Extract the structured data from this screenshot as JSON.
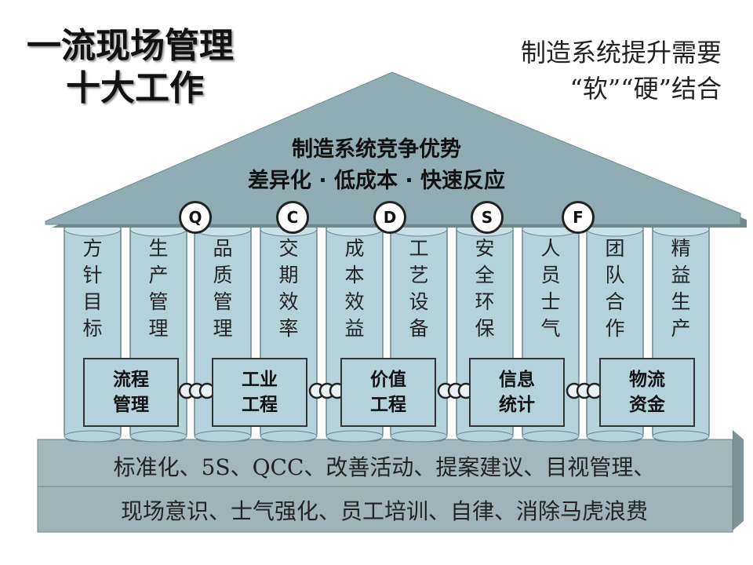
{
  "title": {
    "line1": "一流现场管理",
    "line2": "十大工作"
  },
  "subtitle": {
    "line1": "制造系统提升需要",
    "line2": "“软”“硬”结合"
  },
  "roof": {
    "line1": "制造系统竞争优势",
    "line2": "差异化 · 低成本 · 快速反应"
  },
  "badges": [
    "Q",
    "C",
    "D",
    "S",
    "F"
  ],
  "pillars": [
    "方针目标",
    "生产管理",
    "品质管理",
    "交期效率",
    "成本效益",
    "工艺设备",
    "安全环保",
    "人员士气",
    "团队合作",
    "精益生产"
  ],
  "boxes": [
    {
      "line1": "流程",
      "line2": "管理"
    },
    {
      "line1": "工业",
      "line2": "工程"
    },
    {
      "line1": "价值",
      "line2": "工程"
    },
    {
      "line1": "信息",
      "line2": "统计"
    },
    {
      "line1": "物流",
      "line2": "资金"
    }
  ],
  "base": {
    "line1": "标准化、5S、QCC、改善活动、提案建议、目视管理、",
    "line2": "现场意识、士气强化、员工培训、自律、消除马虎浪费"
  },
  "colors": {
    "pillar": "#b3d2d9",
    "roof": "#8fadb2",
    "base": "#a3b8bd"
  }
}
